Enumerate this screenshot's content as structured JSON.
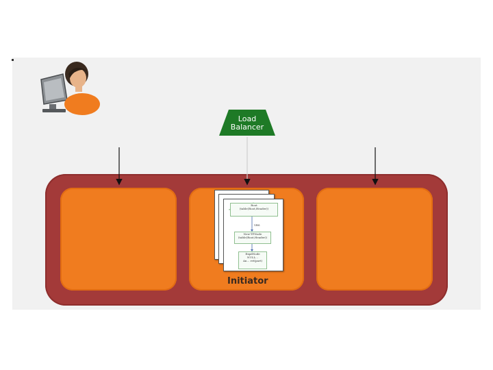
{
  "load_balancer": {
    "line1": "Load",
    "line2": "Balancer",
    "color": "#1e7a26"
  },
  "nodes": [
    {
      "id": "node-left"
    },
    {
      "id": "node-middle",
      "label": "Initiator"
    },
    {
      "id": "node-right"
    }
  ],
  "query_plan": {
    "root": [
      "Root",
      "(table(Root,Header))"
    ],
    "edge": "VBS",
    "mid": [
      "New-TPNode",
      "(table(Root,Header))"
    ],
    "leaf": [
      "ExpdNode",
      "NULL... ",
      "An... ret(part)"
    ]
  },
  "colors": {
    "cluster": "#a33a39",
    "node": "#f07c1f",
    "panel": "#f1f1f1"
  },
  "icons": [
    "user-at-computer-icon"
  ]
}
